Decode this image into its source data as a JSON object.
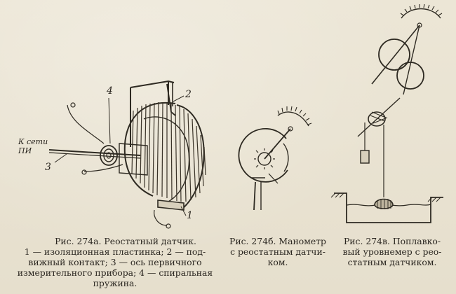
{
  "figures": {
    "a": {
      "caption_title": "Рис. 274а. Реостатный датчик.",
      "caption_body_1": "1 — изоляционная пластинка; 2 — под-",
      "caption_body_2": "вижный контакт; 3 — ось первичного",
      "caption_body_3": "измерительного прибора; 4 — спиральная",
      "caption_body_4": "пружина.",
      "labels": {
        "n1": "1",
        "n2": "2",
        "n3": "3",
        "n4": "4",
        "k_line1": "К сети",
        "k_line2": "ПИ"
      }
    },
    "b": {
      "caption_1": "Рис. 274б. Манометр",
      "caption_2": "с реостатным датчи-",
      "caption_3": "ком."
    },
    "c": {
      "caption_1": "Рис. 274в. Поплавко-",
      "caption_2": "вый уровнемер с рео-",
      "caption_3": "статным датчиком."
    }
  },
  "colors": {
    "paper": "#e9e3d2",
    "ink": "#2a2620"
  }
}
